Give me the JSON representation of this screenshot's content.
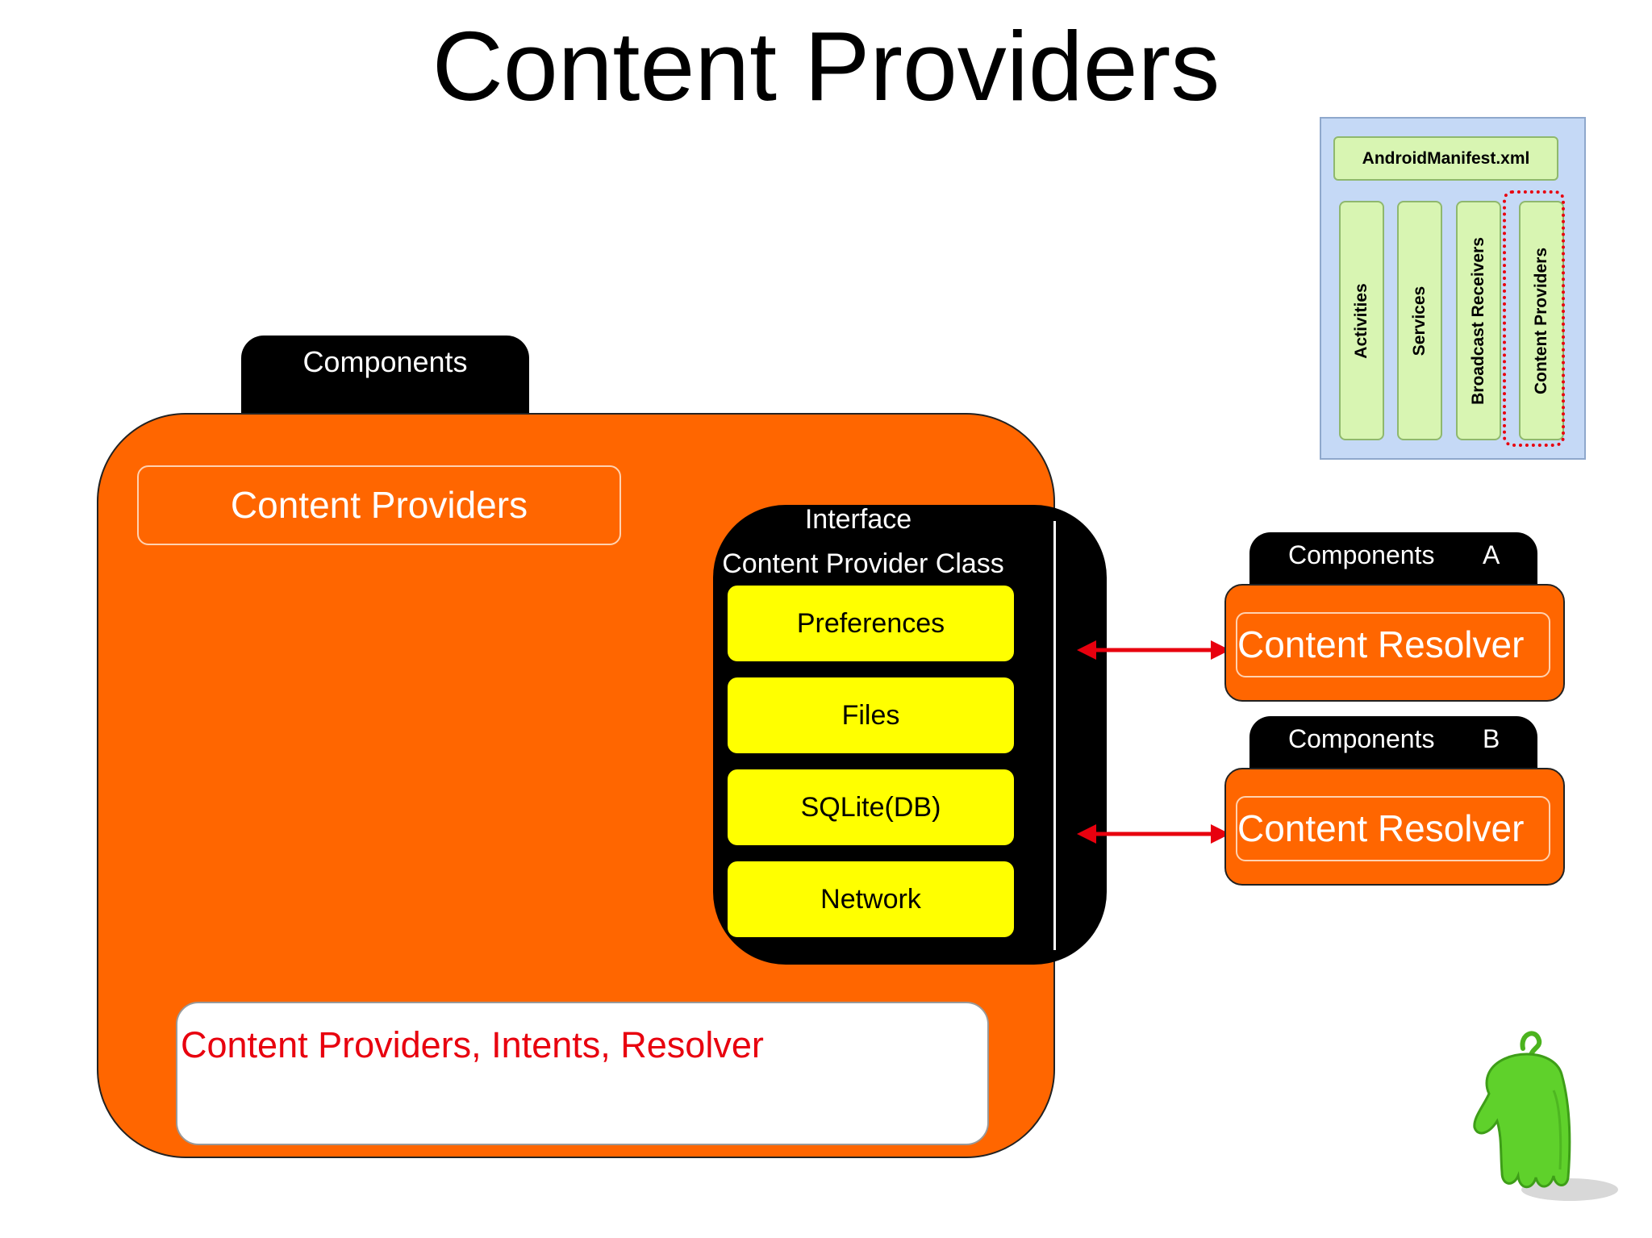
{
  "title": "Content Providers",
  "main_folder": {
    "tab_label": "Components",
    "inner_label": "Content Providers",
    "bottom_text": "Content Providers, Intents, Resolver"
  },
  "interface": {
    "title": "Interface",
    "subtitle": "Content Provider Class",
    "sources": [
      "Preferences",
      "Files",
      "SQLite(DB)",
      "Network"
    ]
  },
  "components": [
    {
      "tab_label": "Components",
      "letter": "A",
      "inner_label": "Content Resolver"
    },
    {
      "tab_label": "Components",
      "letter": "B",
      "inner_label": "Content Resolver"
    }
  ],
  "manifest": {
    "header": "AndroidManifest.xml",
    "columns": [
      "Activities",
      "Services",
      "Broadcast Receivers",
      "Content Providers"
    ],
    "highlighted": "Content Providers"
  },
  "colors": {
    "orange": "#ff6600",
    "yellow": "#ffff00",
    "arrow_red": "#e8000e",
    "manifest_blue": "#c5d9f6",
    "manifest_green": "#d8f5b2",
    "mascot_green": "#5fd12b"
  }
}
